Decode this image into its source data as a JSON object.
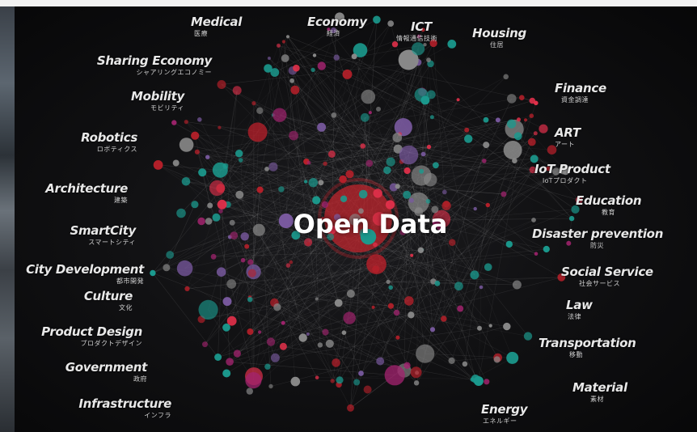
{
  "center_title": "Open Data",
  "categories_left": [
    {
      "en": "Medical",
      "ja": "医療"
    },
    {
      "en": "Sharing Economy",
      "ja": "シャアリングエコノミー"
    },
    {
      "en": "Mobility",
      "ja": "モビリティ"
    },
    {
      "en": "Robotics",
      "ja": "ロボティクス"
    },
    {
      "en": "Architecture",
      "ja": "建築"
    },
    {
      "en": "SmartCity",
      "ja": "スマートシティ"
    },
    {
      "en": "City Development",
      "ja": "都市開発"
    },
    {
      "en": "Culture",
      "ja": "文化"
    },
    {
      "en": "Product Design",
      "ja": "プロダクトデザイン"
    },
    {
      "en": "Government",
      "ja": "政府"
    },
    {
      "en": "Infrastructure",
      "ja": "インフラ"
    }
  ],
  "categories_top": [
    {
      "en": "Economy",
      "ja": "経済"
    },
    {
      "en": "ICT",
      "ja": "情報通信技術"
    },
    {
      "en": "Housing",
      "ja": "住居"
    }
  ],
  "categories_right": [
    {
      "en": "Finance",
      "ja": "資金調達"
    },
    {
      "en": "ART",
      "ja": "アート"
    },
    {
      "en": "IoT Product",
      "ja": "IoTプロダクト"
    },
    {
      "en": "Education",
      "ja": "教育"
    },
    {
      "en": "Disaster prevention",
      "ja": "防災"
    },
    {
      "en": "Social Service",
      "ja": "社会サービス"
    },
    {
      "en": "Law",
      "ja": "法律"
    },
    {
      "en": "Transportation",
      "ja": "移動"
    },
    {
      "en": "Material",
      "ja": "素材"
    },
    {
      "en": "Energy",
      "ja": "エネルギー"
    }
  ],
  "node_colors": {
    "magenta": "#a3236f",
    "red": "#b8202a",
    "teal": "#1b9a8e",
    "purple": "#7a5aa0",
    "grey": "#8a8a8a",
    "bright_red": "#e0304a"
  },
  "hub_color": "#c0262d"
}
